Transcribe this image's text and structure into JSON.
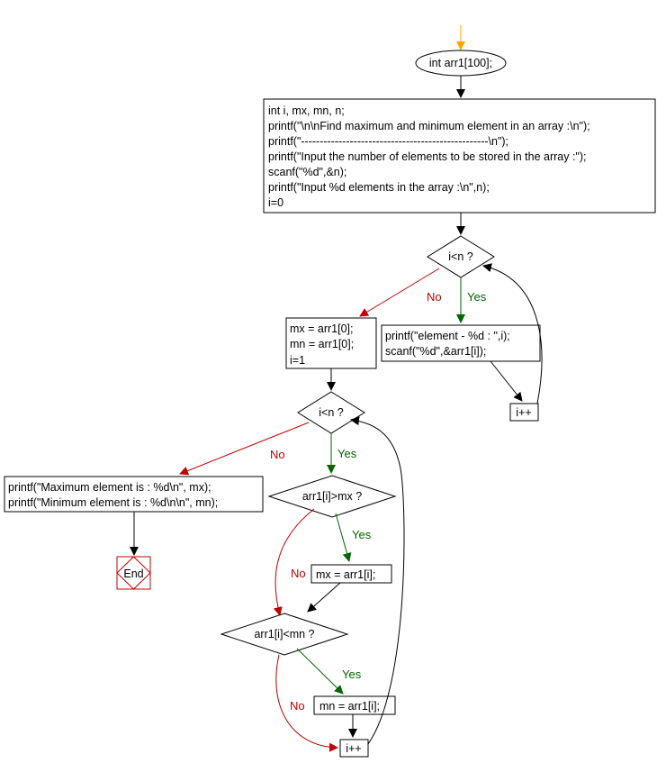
{
  "start": {
    "label": "int arr1[100];"
  },
  "init_block": {
    "lines": [
      "int i, mx, mn, n;",
      "printf(\"\\n\\nFind maximum and minimum element in an array :\\n\");",
      "printf(\"--------------------------------------------------\\n\");",
      "printf(\"Input the number of elements to be stored in the array :\");",
      "scanf(\"%d\",&n);",
      "printf(\"Input %d elements in the array :\\n\",n);",
      "i=0"
    ]
  },
  "loop1": {
    "condition": "i<n ?",
    "yes_label": "Yes",
    "no_label": "No",
    "body_lines": [
      "printf(\"element - %d : \",i);",
      "scanf(\"%d\",&arr1[i]);"
    ],
    "increment": "i++"
  },
  "assign_block": {
    "lines": [
      "mx = arr1[0];",
      "mn = arr1[0];",
      "i=1"
    ]
  },
  "loop2": {
    "condition": "i<n ?",
    "yes_label": "Yes",
    "no_label": "No",
    "increment": "i++"
  },
  "check_max": {
    "condition": "arr1[i]>mx ?",
    "yes_label": "Yes",
    "no_label": "No",
    "action": "mx = arr1[i];"
  },
  "check_min": {
    "condition": "arr1[i]<mn ?",
    "yes_label": "Yes",
    "no_label": "No",
    "action": "mn = arr1[i];"
  },
  "output_block": {
    "lines": [
      "printf(\"Maximum element is : %d\\n\", mx);",
      "printf(\"Minimum element is : %d\\n\\n\", mn);"
    ]
  },
  "end": {
    "label": "End"
  },
  "colors": {
    "no": "#c00000",
    "yes": "#006400",
    "start": "#ffa500",
    "stroke": "#000000"
  }
}
